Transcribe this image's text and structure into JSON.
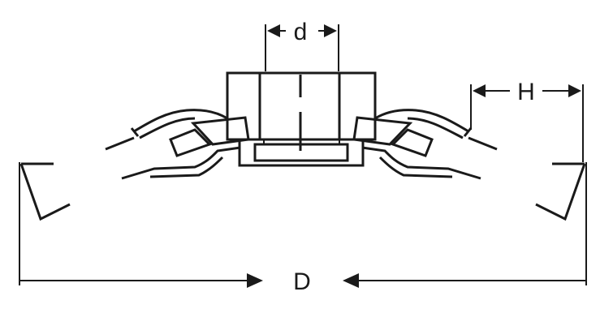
{
  "labels": {
    "d": "d",
    "H": "H",
    "D": "D"
  },
  "colors": {
    "line": "#1a1a1a",
    "background": "#ffffff"
  }
}
